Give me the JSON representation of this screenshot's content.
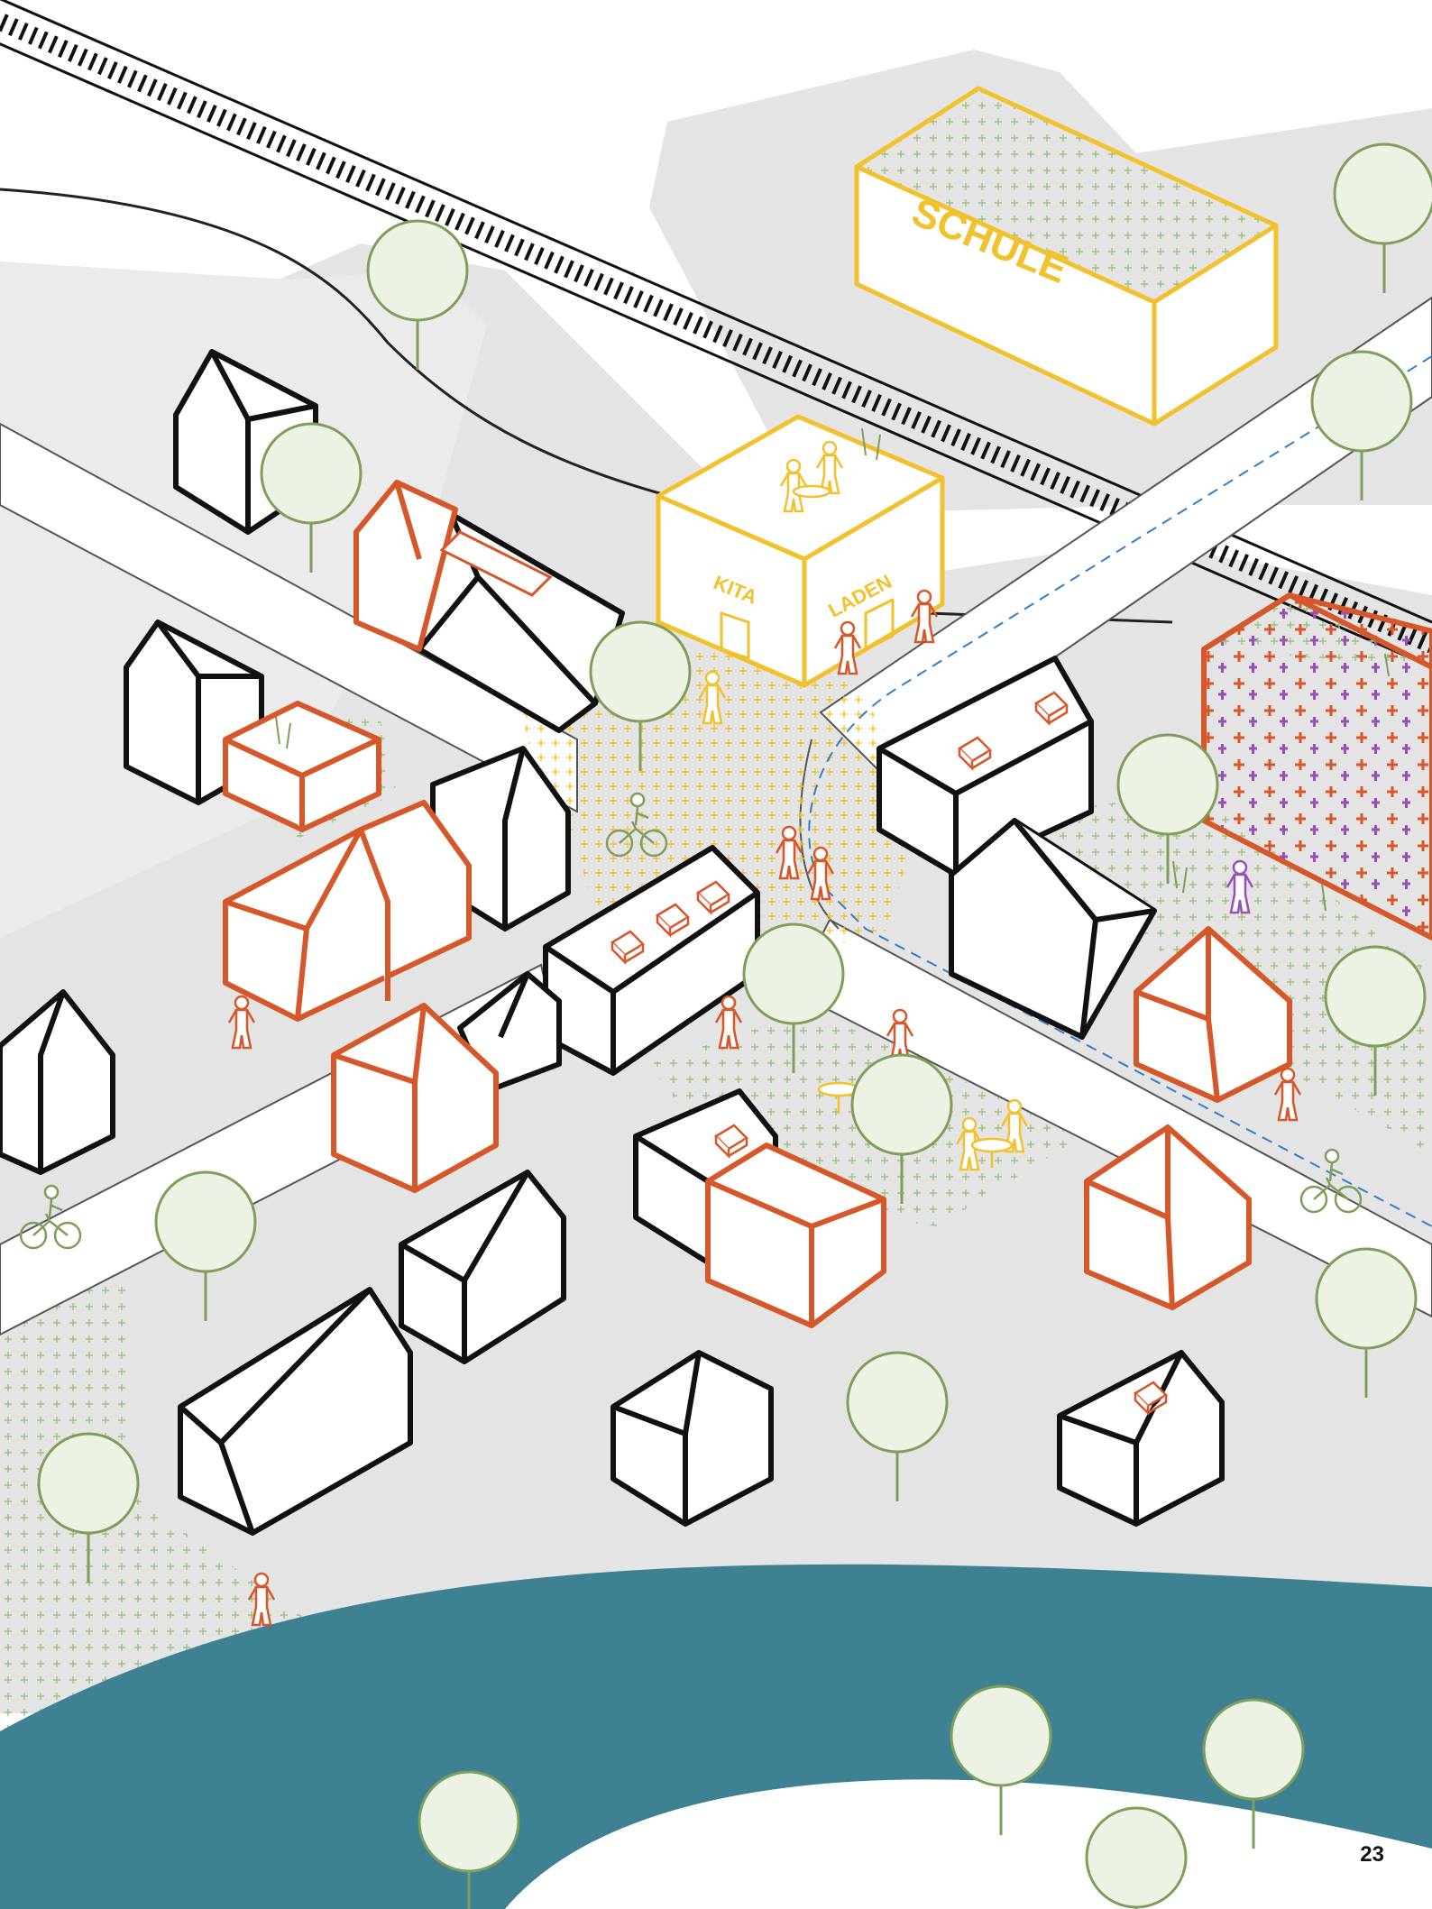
{
  "labels": {
    "school": "SCHULE",
    "kita": "KITA",
    "shop": "LADEN"
  },
  "page_number": "23",
  "colors": {
    "yellow": "#f2c12e",
    "orange": "#d5572a",
    "purple": "#9a4fb4",
    "black": "#111111",
    "road": "#e4e4e4",
    "green": "#7f9e5b",
    "tree_fill": "#ecf2e4",
    "river": "#3e8193",
    "bike_lane": "#2f7fc8"
  },
  "icons": [
    "railway-track",
    "house",
    "tree",
    "person",
    "cyclist",
    "table-with-people",
    "roof-window",
    "grass-tuft"
  ]
}
